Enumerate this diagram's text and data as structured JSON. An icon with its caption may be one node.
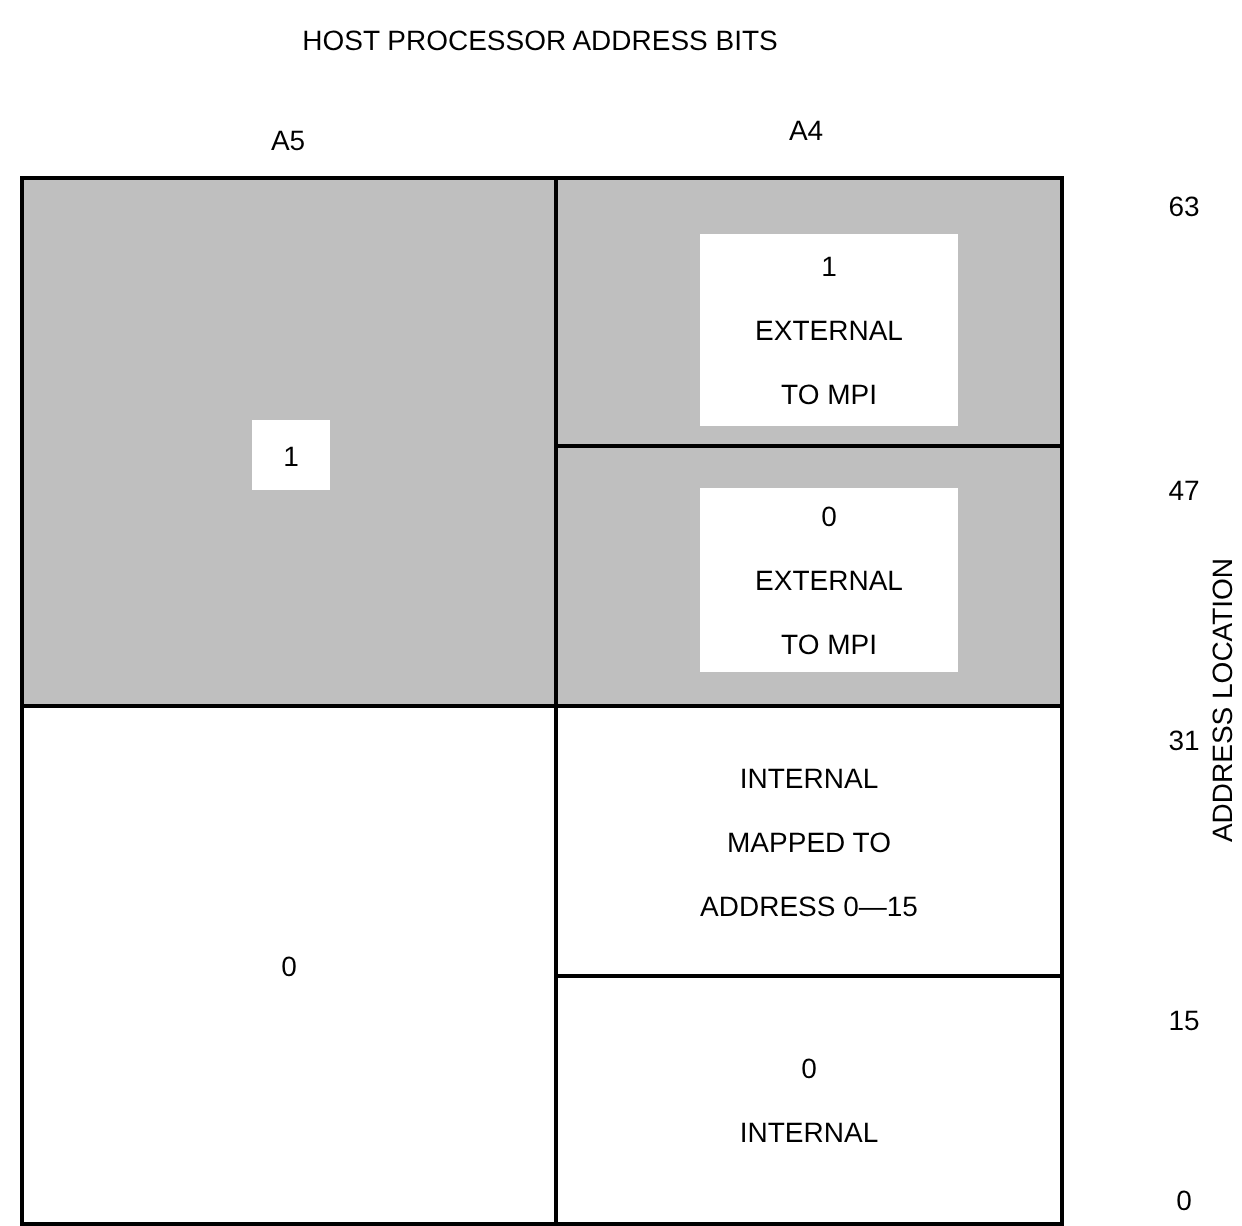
{
  "diagram": {
    "title": "HOST PROCESSOR ADDRESS BITS",
    "nodes": [
      {
        "text": [
          "1"
        ]
      },
      {
        "text": [
          "1",
          "EXTERNAL TO MPI"
        ]
      },
      {
        "text": [
          "0",
          "EXTERNAL TO MPI"
        ]
      },
      {
        "text": [
          "0"
        ]
      },
      {
        "text": [
          "INTERNAL MAPPED TO ADDRESS 0—15"
        ]
      },
      {
        "text": [
          "0",
          "INTERNAL"
        ]
      }
    ],
    "labels": [
      "A5",
      "A4",
      "63",
      "47",
      "31",
      "15",
      "0",
      "ADDRESS LOCATION"
    ]
  }
}
